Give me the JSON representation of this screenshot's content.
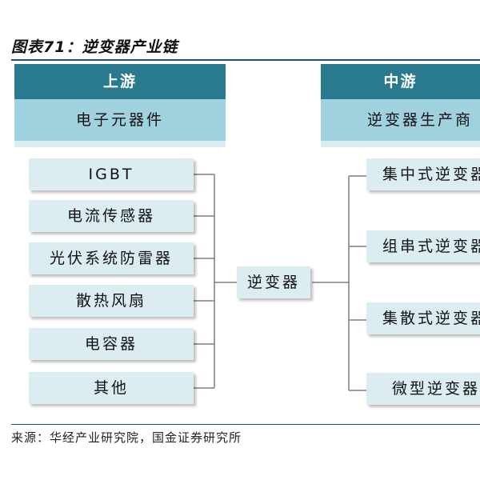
{
  "figure": {
    "title": "图表71：逆变器产业链",
    "source": "来源：华经产业研究院，国金证券研究所"
  },
  "upstream": {
    "header": "上游",
    "subheader": "电子元器件",
    "items": [
      "IGBT",
      "电流传感器",
      "光伏系统防雷器",
      "散热风扇",
      "电容器",
      "其他"
    ]
  },
  "center": {
    "label": "逆变器"
  },
  "midstream": {
    "header": "中游",
    "subheader": "逆变器生产商",
    "items": [
      "集中式逆变器",
      "组串式逆变器",
      "集散式逆变器",
      "微型逆变器"
    ]
  },
  "colors": {
    "header_bg": "#2a7a8f",
    "subheader_bg": "#9fd2de",
    "box_bg": "#dcedf2",
    "line": "#7f7f7f",
    "rule": "#1f4e79"
  }
}
